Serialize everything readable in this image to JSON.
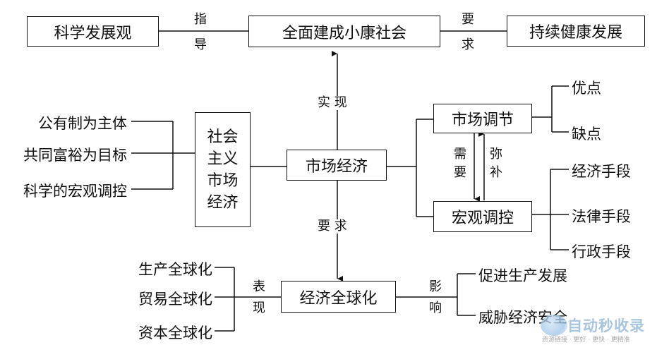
{
  "diagram": {
    "top_row": {
      "left": "科学发展观",
      "center": "全面建成小康社会",
      "right": "持续健康发展",
      "left_edge": [
        "指",
        "导"
      ],
      "right_edge": [
        "要",
        "求"
      ]
    },
    "center_node": "市场经济",
    "center_up_edge": "实 现",
    "center_down_edge": "要 求",
    "socialist_box": [
      "社会",
      "主义",
      "市场",
      "经济"
    ],
    "socialist_features": [
      "公有制为主体",
      "共同富裕为目标",
      "科学的宏观调控"
    ],
    "market_regulation": {
      "label": "市场调节",
      "branches": [
        "优点",
        "缺点"
      ]
    },
    "macro_control": {
      "label": "宏观调控",
      "branches": [
        "经济手段",
        "法律手段",
        "行政手段"
      ]
    },
    "between_edges": {
      "down": [
        "需",
        "要"
      ],
      "up": [
        "弥",
        "补"
      ]
    },
    "globalization": {
      "label": "经济全球化",
      "manifest_edge": [
        "表",
        "现"
      ],
      "manifestations": [
        "生产全球化",
        "贸易全球化",
        "资本全球化"
      ],
      "impact_edge": [
        "影",
        "响"
      ],
      "impacts": [
        "促进生产发展",
        "威胁经济安全"
      ]
    },
    "watermark": {
      "brand": "自动秒收录",
      "subtitle": "资源链接 · 更好 · 更快 · 更精准"
    }
  }
}
